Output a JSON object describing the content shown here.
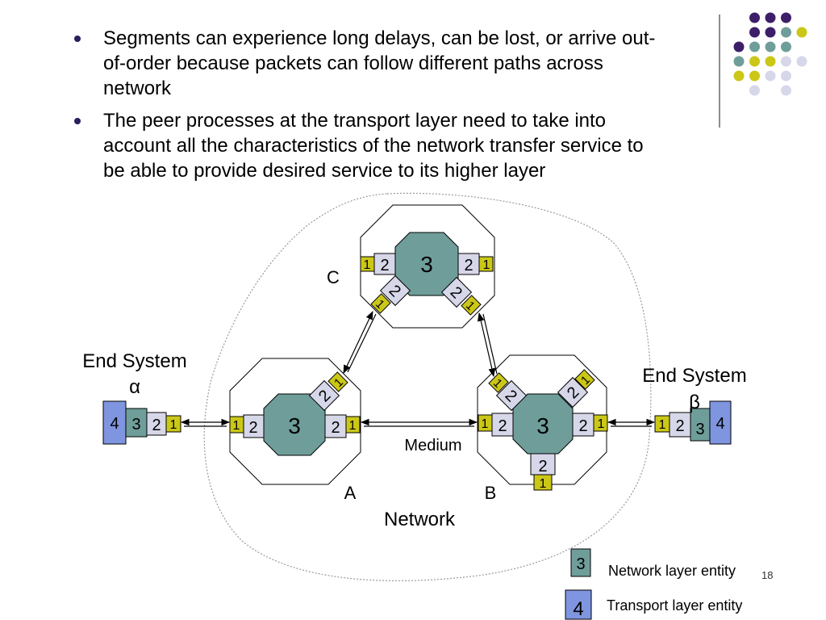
{
  "bullets": [
    "Segments can experience long delays, can be lost, or arrive out-of-order because packets can follow different paths across network",
    "The peer processes at the transport layer need to take into account all the characteristics of the network transfer service to be able to provide desired service to its higher layer"
  ],
  "diagram": {
    "node_labels": {
      "a": "A",
      "b": "B",
      "c": "C"
    },
    "end_system_alpha": {
      "line1": "End System",
      "line2": "α"
    },
    "end_system_beta": {
      "line1": "End System",
      "line2": "β"
    },
    "medium": "Medium",
    "network": "Network",
    "layers": {
      "l1": "1",
      "l2": "2",
      "l3": "3",
      "l4": "4"
    }
  },
  "legend": {
    "network_label": "Network layer entity",
    "transport_label": "Transport layer entity"
  },
  "page_number": "18",
  "colors": {
    "purple": "#3d1e69",
    "teal": "#6f9e9a",
    "yellow": "#cbc717",
    "lavender": "#d7d7ea",
    "blue": "#7f95df",
    "bullet": "#2b1d5e"
  }
}
